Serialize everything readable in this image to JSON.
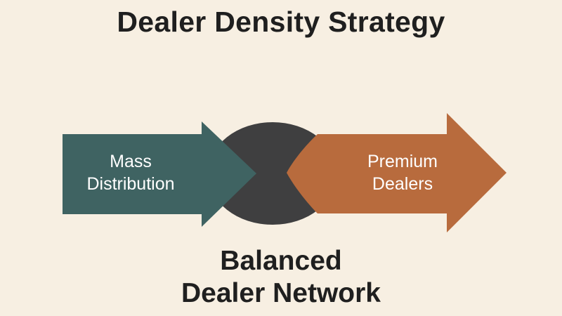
{
  "diagram": {
    "title": "Dealer Density Strategy",
    "left_arrow": {
      "line1": "Mass",
      "line2": "Distribution",
      "color": "#3f6362"
    },
    "right_arrow": {
      "line1": "Premium",
      "line2": "Dealers",
      "color": "#b86b3d"
    },
    "center_ellipse": {
      "color": "#3f3f40"
    },
    "result": {
      "line1": "Balanced",
      "line2": "Dealer Network"
    }
  }
}
